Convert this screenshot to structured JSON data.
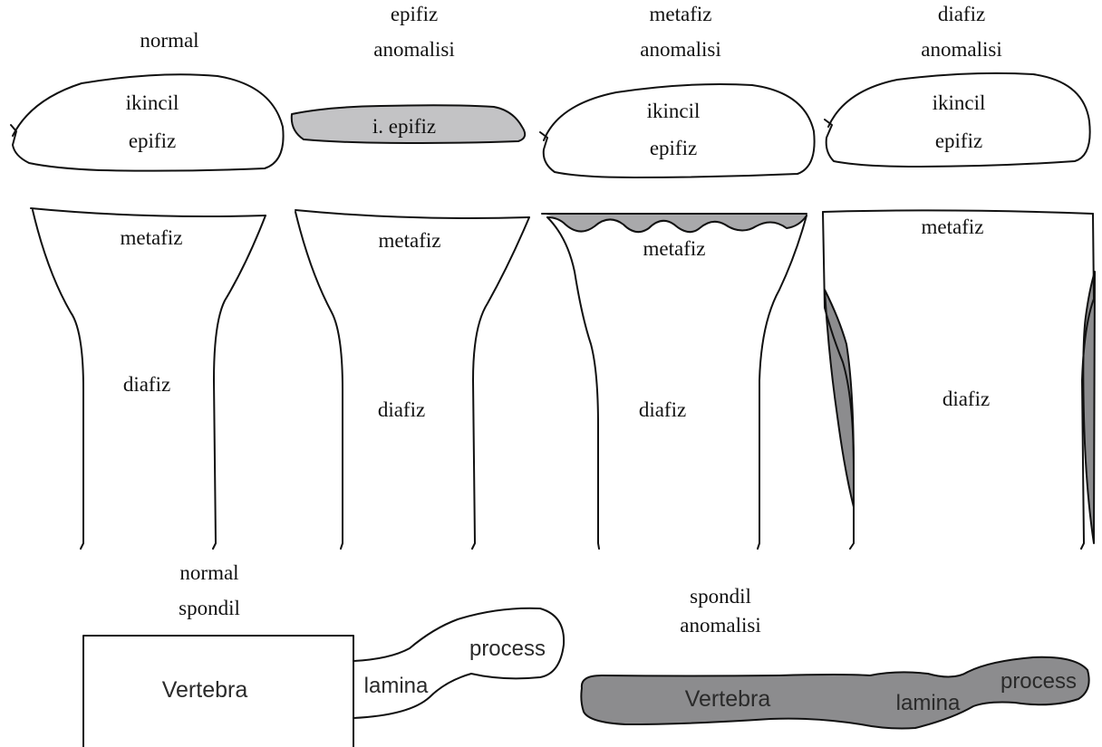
{
  "colors": {
    "outline": "#111111",
    "light_shade": "#c3c3c5",
    "dark_shade": "#8c8c8e",
    "background": "#ffffff"
  },
  "columns": [
    {
      "heading": [
        "normal"
      ],
      "epiphysis_label": [
        "ikincil",
        "epifiz"
      ],
      "metaphysis_label": "metafiz",
      "diaphysis_label": "diafiz"
    },
    {
      "heading": [
        "epifiz",
        "anomalisi"
      ],
      "epiphysis_label": [
        "i. epifiz"
      ],
      "metaphysis_label": "metafiz",
      "diaphysis_label": "diafiz"
    },
    {
      "heading": [
        "metafiz",
        "anomalisi"
      ],
      "epiphysis_label": [
        "ikincil",
        "epifiz"
      ],
      "metaphysis_label": "metafiz",
      "diaphysis_label": "diafiz"
    },
    {
      "heading": [
        "diafiz",
        "anomalisi"
      ],
      "epiphysis_label": [
        "ikincil",
        "epifiz"
      ],
      "metaphysis_label": "metafiz",
      "diaphysis_label": "diafiz"
    }
  ],
  "spine": {
    "normal": {
      "heading": [
        "normal",
        "spondil"
      ],
      "body_label": "Vertebra",
      "lamina_label": "lamina",
      "process_label": "process"
    },
    "anomaly": {
      "heading": [
        "spondil",
        "anomalisi"
      ],
      "body_label": "Vertebra",
      "lamina_label": "lamina",
      "process_label": "process"
    }
  }
}
